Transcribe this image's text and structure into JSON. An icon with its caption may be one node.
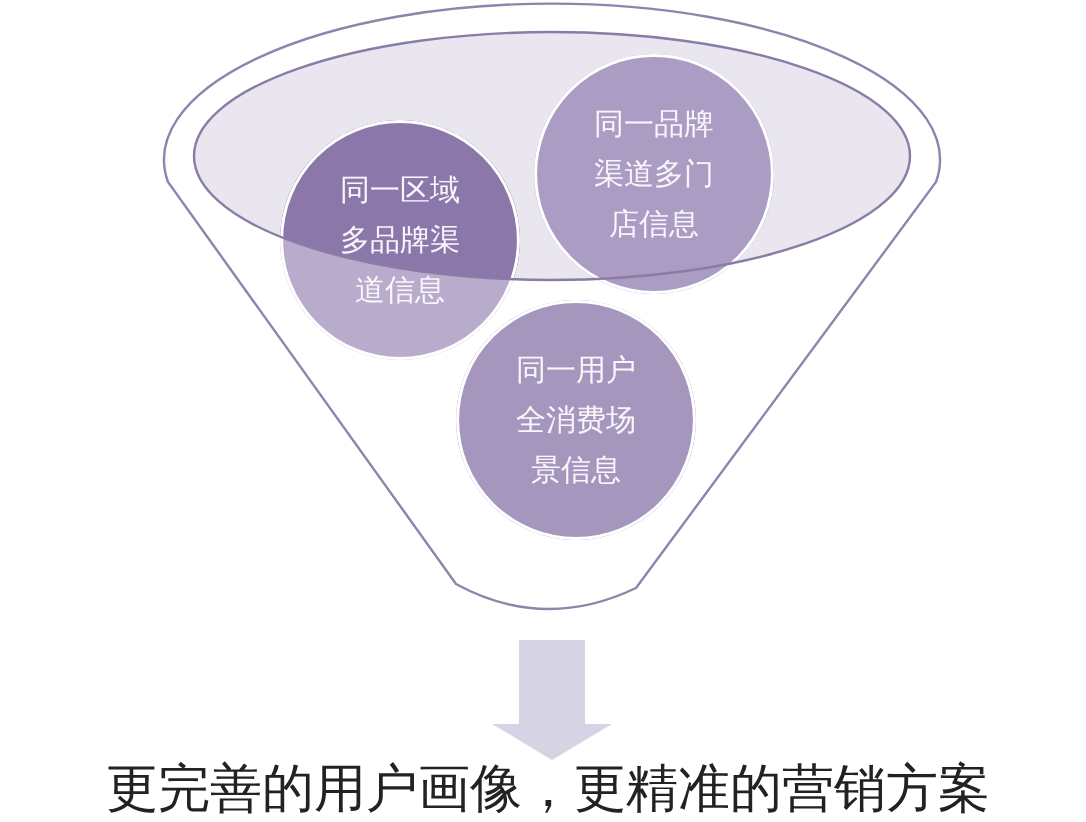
{
  "diagram": {
    "nodes": [
      {
        "text": [],
        "shape": "funnel"
      },
      {
        "text": [
          "同一区域多品牌渠道信息"
        ],
        "in": 0
      },
      {
        "text": [
          "同一品牌渠道多门店信息"
        ],
        "in": 0
      },
      {
        "text": [
          "同一用户全消费场景信息"
        ],
        "in": 0
      },
      {
        "text": [
          "更完善的用户画像，更精准的营销方案"
        ]
      }
    ],
    "edges": [
      {
        "from": 0,
        "to": 4,
        "arrow": "to"
      }
    ]
  }
}
